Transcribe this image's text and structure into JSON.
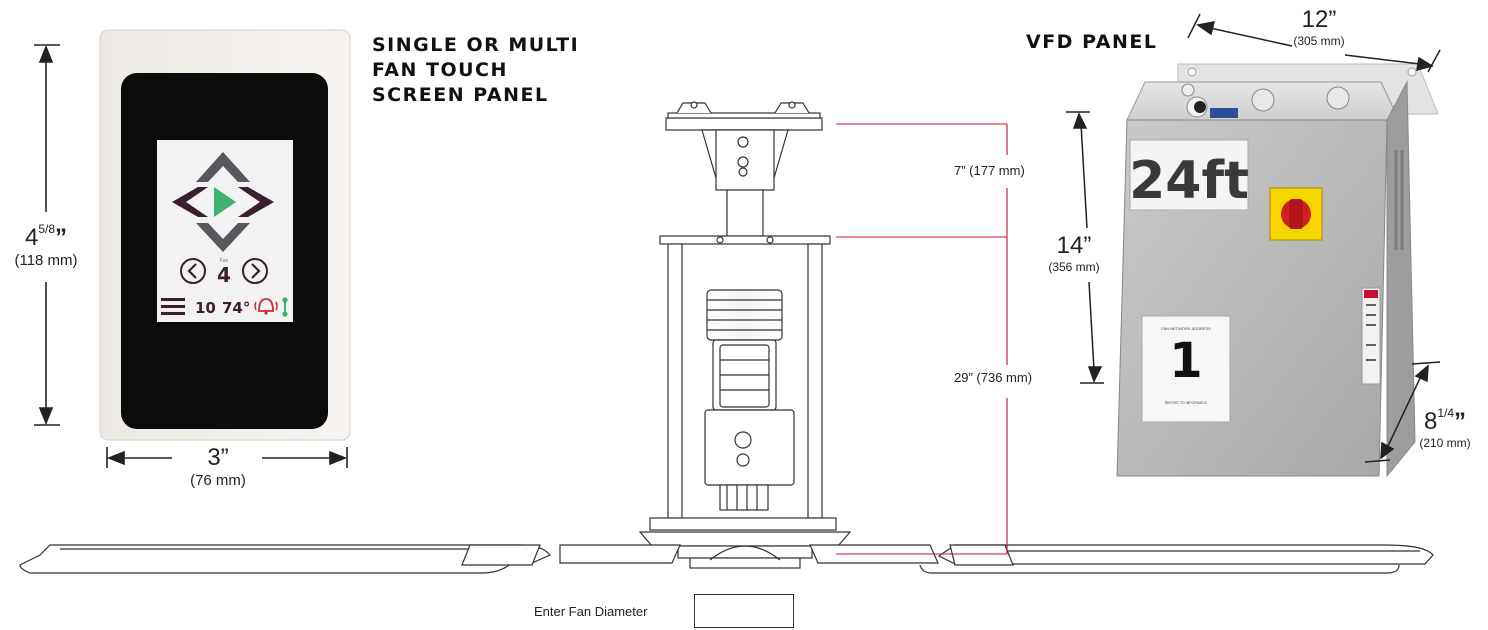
{
  "touch_panel": {
    "title_lines": [
      "SINGLE OR MULTI",
      "FAN TOUCH",
      "SCREEN PANEL"
    ],
    "height_value": "4",
    "height_fraction": "5/8",
    "height_unit_mark": "”",
    "height_mm": "(118 mm)",
    "width_value": "3”",
    "width_mm": "(76 mm)",
    "screen": {
      "fan_caption": "Fan",
      "fan_number": "4",
      "speed": "10",
      "temperature": "74°",
      "play_color": "#3cb371",
      "arrow_color": "#5a5660",
      "chevron_color": "#3a1f2e",
      "alarm_color": "#d9242b"
    }
  },
  "fan_mount": {
    "upper_measure": "7” (177 mm)",
    "lower_measure": "29” (736 mm)",
    "guide_color": "#c8102e"
  },
  "vfd_panel": {
    "title": "VFD PANEL",
    "width_value": "12”",
    "width_mm": "(305 mm)",
    "height_value": "14”",
    "height_mm": "(356 mm)",
    "depth_value": "8",
    "depth_fraction": "1/4",
    "depth_unit_mark": "”",
    "depth_mm": "(210 mm)",
    "size_label": "24ft",
    "network_label": "FAN NETWORK ADDRESS",
    "network_number": "1",
    "network_caption": "REPORT TO INFORMATIC"
  },
  "fan_diameter": {
    "label": "Enter Fan Diameter",
    "value": ""
  }
}
